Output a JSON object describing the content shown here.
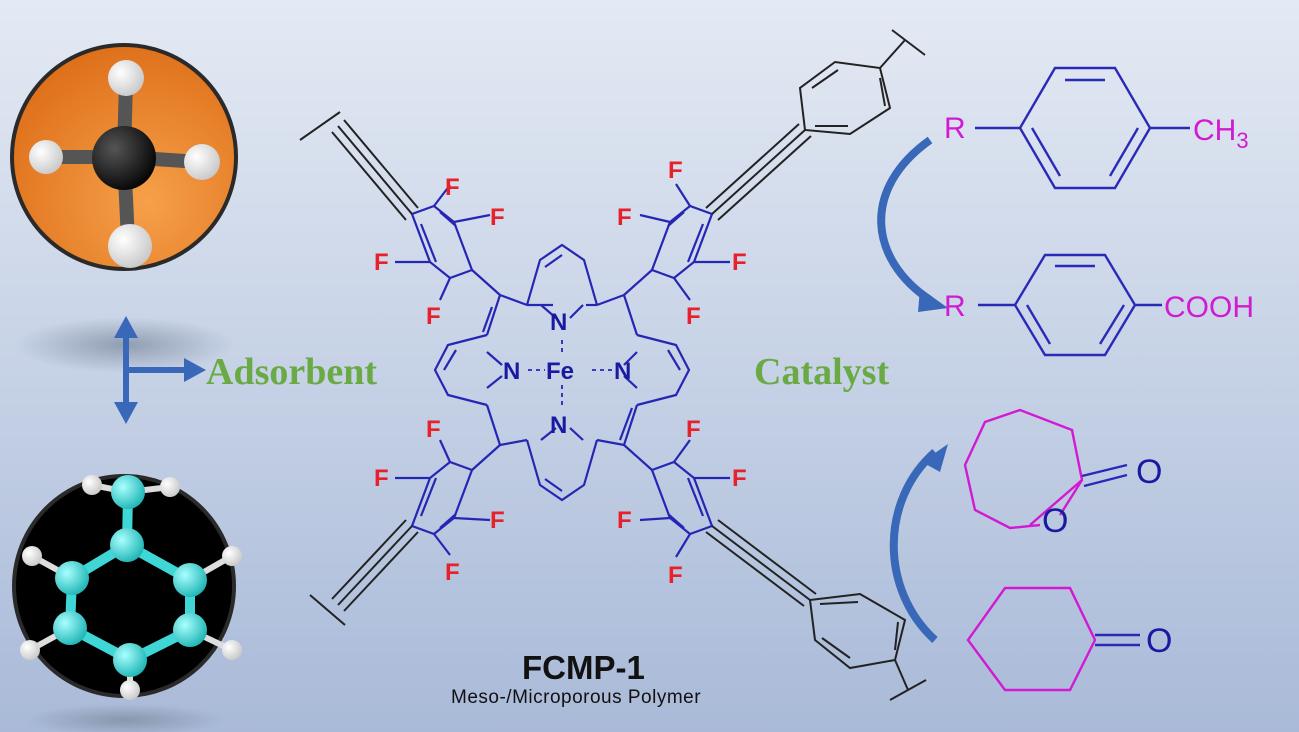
{
  "labels": {
    "adsorbent": "Adsorbent",
    "catalyst": "Catalyst",
    "title": "FCMP-1",
    "subtitle": "Meso-/Microporous Polymer"
  },
  "atoms": {
    "nitrogen": "N",
    "iron": "Fe",
    "fluorine": "F",
    "r_group": "R",
    "methyl": "CH",
    "methyl_sub": "3",
    "carboxyl": "COOH",
    "oxygen": "O"
  },
  "colors": {
    "background_top": "#e4eaf4",
    "background_bottom": "#a9bad8",
    "porphyrin": "#2626b4",
    "fluorine": "#e8202a",
    "label_green": "#6aaa45",
    "substrate": "#d11ad1",
    "arrow": "#3a68b8",
    "methane_bg": "#e8791e",
    "benzene_atom": "#3fd6d6"
  },
  "icons": [
    "methane-model-icon",
    "benzene-model-icon",
    "bidirectional-arrow-icon",
    "curved-arrow-icon"
  ]
}
